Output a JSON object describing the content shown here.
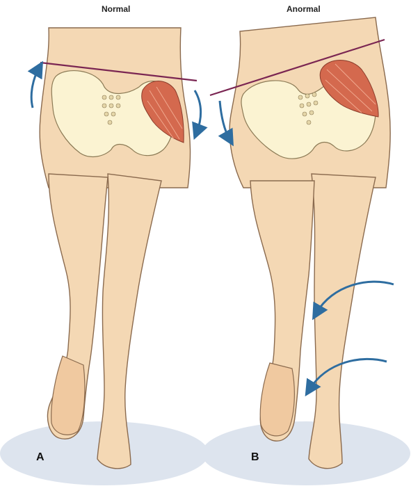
{
  "panels": [
    {
      "title": "Normal",
      "label": "A"
    },
    {
      "title": "Anormal",
      "label": "B"
    }
  ],
  "colors": {
    "skin": "#f4d8b4",
    "skin_outline": "#8a6a4e",
    "bone": "#fbf3d2",
    "bone_outline": "#8b7a55",
    "muscle": "#d4694e",
    "muscle_stripe": "#f0a88e",
    "pelvic_line": "#7a2552",
    "arrow": "#2e6da0",
    "shadow": "#dde4ee"
  },
  "icons": [
    "rotation-arrow-icon"
  ]
}
